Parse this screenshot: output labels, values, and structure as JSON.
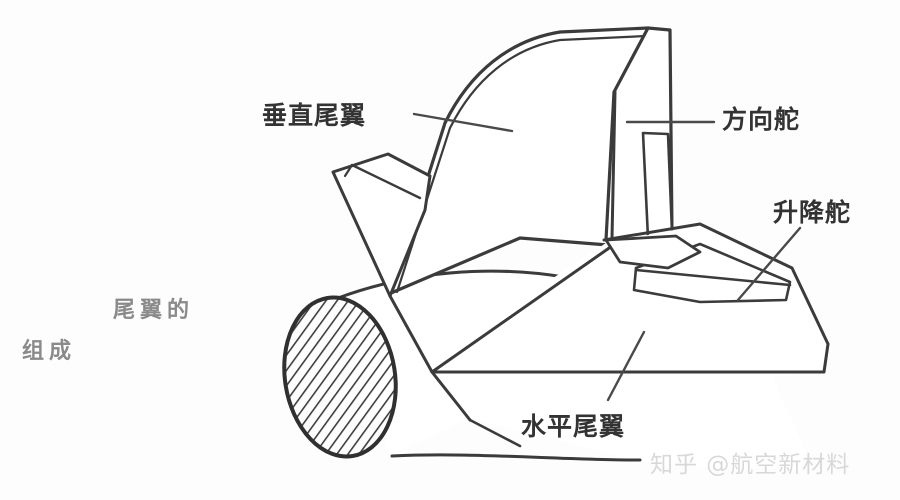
{
  "figure": {
    "title_lines": [
      "尾翼的",
      "组成"
    ],
    "subject": "aircraft-empennage-diagram",
    "style": "line-drawing",
    "ink_color": "#3b3b3b",
    "fill_color": "#ffffff",
    "background_color": "#fdfdfd",
    "hatch_color": "#444444"
  },
  "callouts": [
    {
      "id": "vertical-stabilizer",
      "label": "垂直尾翼",
      "leader": "line from label to fin leading edge"
    },
    {
      "id": "rudder",
      "label": "方向舵",
      "leader": "horizontal line to rudder hinge"
    },
    {
      "id": "elevator",
      "label": "升降舵",
      "leader": "diagonal line to elevator panel"
    },
    {
      "id": "horizontal-stabilizer",
      "label": "水平尾翼",
      "leader": "diagonal line to stabilizer surface"
    }
  ],
  "parts": [
    {
      "id": "fuselage",
      "name": "机身"
    },
    {
      "id": "fuselage-cut-section",
      "name": "机身剖面",
      "hatched": true
    },
    {
      "id": "vertical-stabilizer",
      "name": "垂直尾翼"
    },
    {
      "id": "rudder",
      "name": "方向舵"
    },
    {
      "id": "rudder-trim-tab",
      "name": "方向舵调整片"
    },
    {
      "id": "horizontal-stabilizer-near",
      "name": "水平尾翼（近侧）"
    },
    {
      "id": "horizontal-stabilizer-far",
      "name": "水平尾翼（远侧）"
    },
    {
      "id": "elevator-near",
      "name": "升降舵（近侧）"
    },
    {
      "id": "elevator-far",
      "name": "升降舵（远侧）"
    }
  ],
  "watermark": {
    "text": "知乎 @航空新材料",
    "color": "#d8d8d8"
  }
}
